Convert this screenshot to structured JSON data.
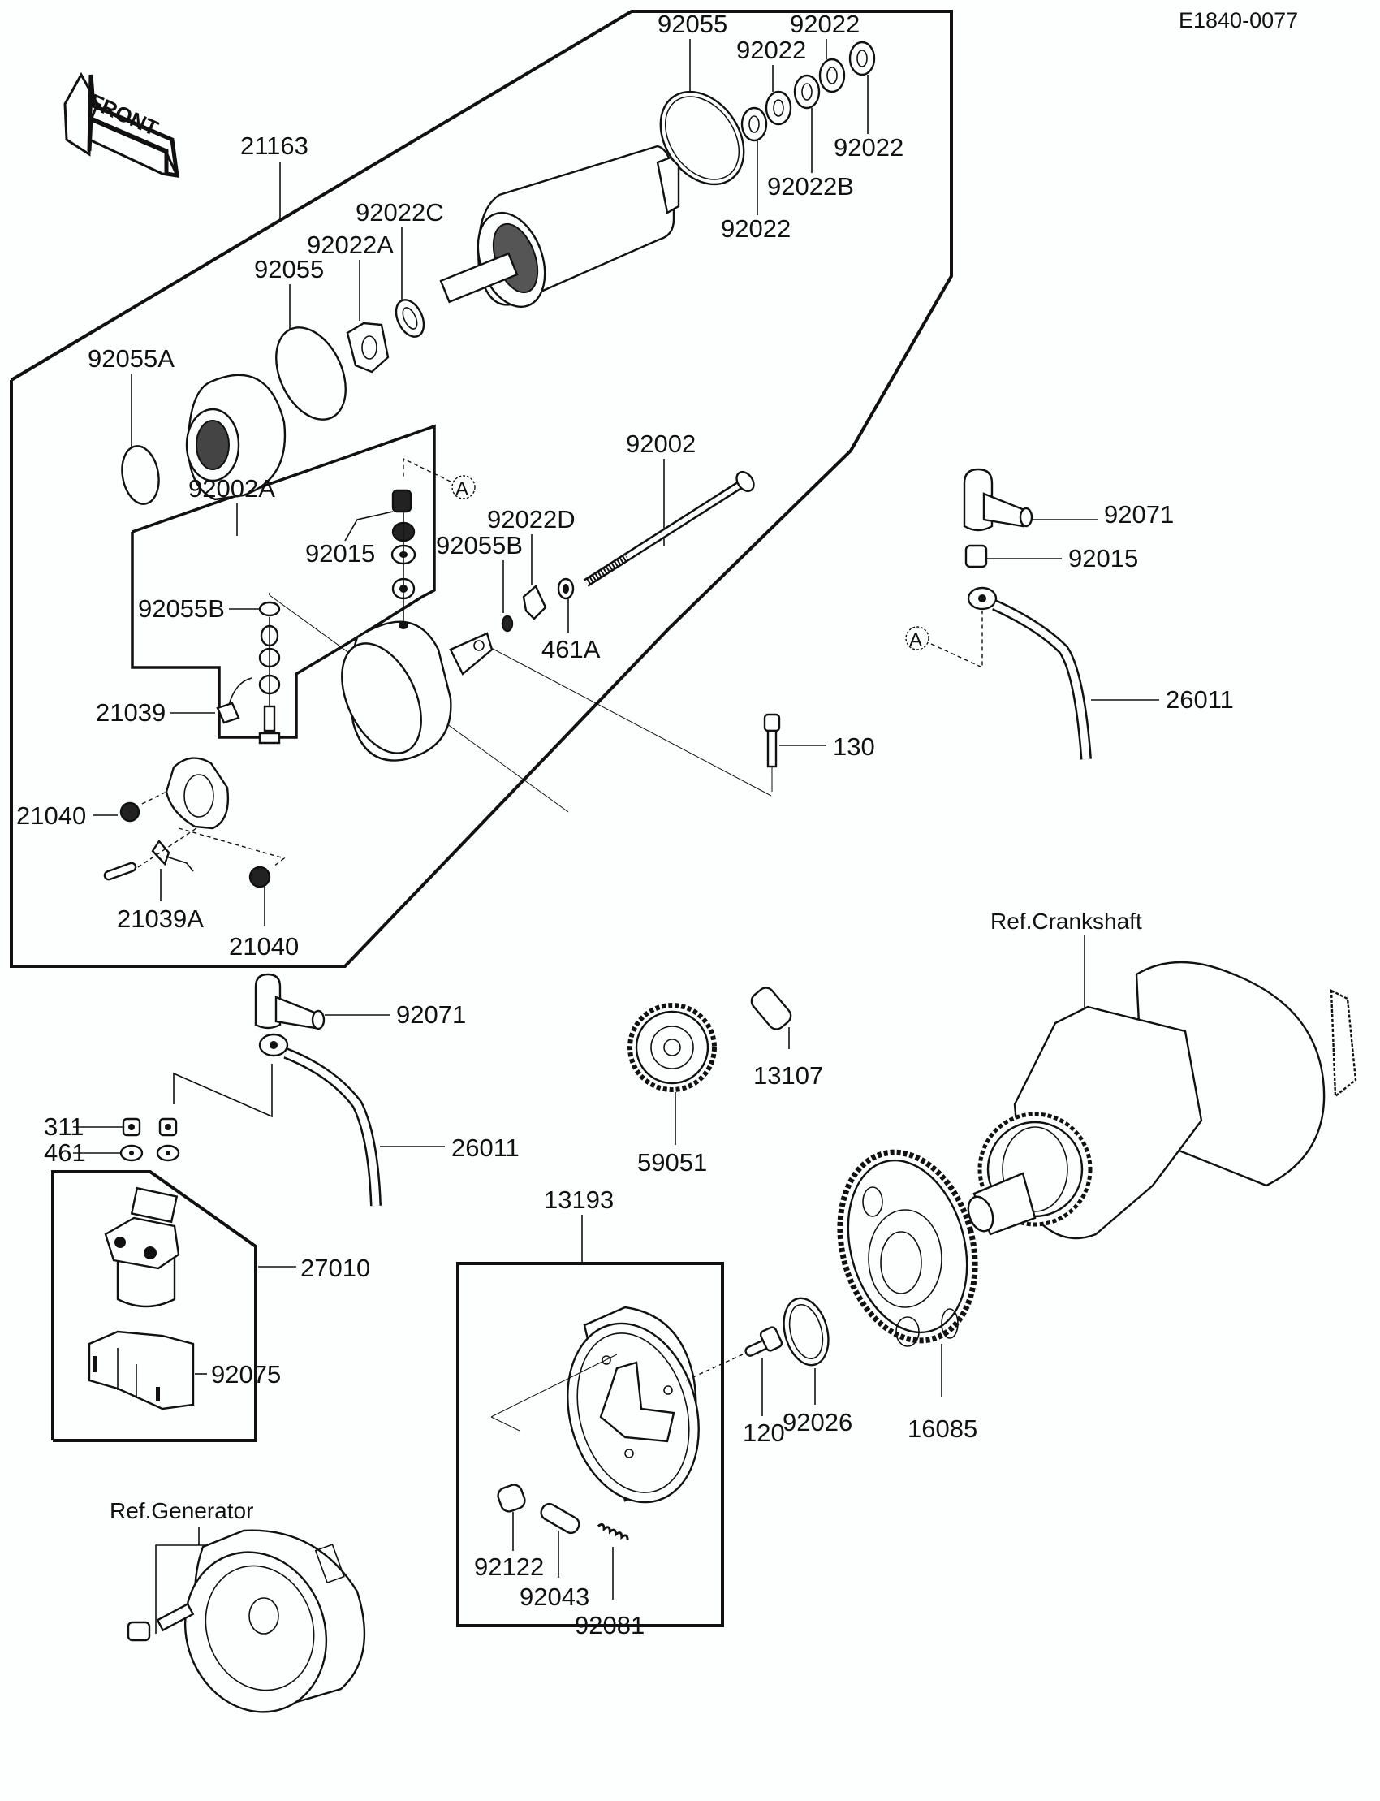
{
  "document": {
    "diagram_code": "E1840-0077",
    "front_arrow_label": "FRONT",
    "reference_labels": {
      "crankshaft": "Ref.Crankshaft",
      "generator": "Ref.Generator"
    },
    "connection_marker": "A"
  },
  "parts": {
    "starter_motor_assembly": "21163",
    "o_ring_top": "92055",
    "washer_top_a": "92022",
    "washer_top_b": "92022",
    "washer_top_c": "92022",
    "washer_lower": "92022",
    "washer_b": "92022B",
    "washer_c": "92022C",
    "washer_a": "92022A",
    "o_ring_mid": "92055",
    "o_ring_a": "92055A",
    "bushing_a": "92002A",
    "nut_92015": "92015",
    "washer_d": "92022D",
    "o_ring_b_right": "92055B",
    "o_ring_b_left": "92055B",
    "nut_461a": "461A",
    "bolt_92002": "92002",
    "brush_lead": "21039",
    "brush_holder_spring": "21040",
    "brush_lead_a": "21039A",
    "brush_spring_lower": "21040",
    "bolt_130": "130",
    "cap_right": "92071",
    "nut_right": "92015",
    "cable_right": "26011",
    "cap_left": "92071",
    "cable_left": "26011",
    "nut_311": "311",
    "washer_461": "461",
    "starter_relay": "27010",
    "relay_cover": "92075",
    "idle_gear": "59051",
    "shaft_13107": "13107",
    "starter_clutch": "13193",
    "bolt_120": "120",
    "washer_92026": "92026",
    "starter_gear": "16085",
    "roller": "92122",
    "pin": "92043",
    "spring": "92081"
  }
}
